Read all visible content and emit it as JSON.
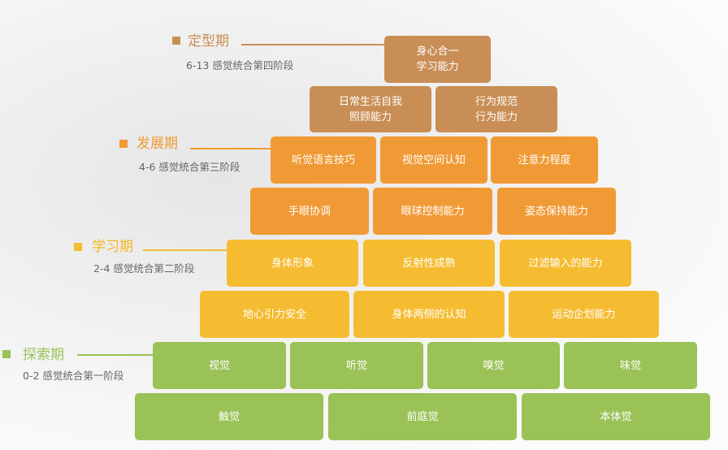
{
  "stages": [
    {
      "title": "定型期",
      "subtitle": "6-13 感觉统合第四阶段",
      "color": "#c98e55"
    },
    {
      "title": "发展期",
      "subtitle": "4-6 感觉统合第三阶段",
      "color": "#f09a36"
    },
    {
      "title": "学习期",
      "subtitle": "2-4 感觉统合第二阶段",
      "color": "#f5bc32"
    },
    {
      "title": "探索期",
      "subtitle": "0-2 感觉统合第一阶段",
      "color": "#9ac257"
    }
  ],
  "rows": [
    [
      "身心合一\n学习能力"
    ],
    [
      "日常生活自我\n照顾能力",
      "行为规范\n行为能力"
    ],
    [
      "听觉语言技巧",
      "视觉空间认知",
      "注意力程度"
    ],
    [
      "手眼协调",
      "眼球控制能力",
      "姿态保持能力"
    ],
    [
      "身体形象",
      "反射性成熟",
      "过滤输入的能力"
    ],
    [
      "地心引力安全",
      "身体两侧的认知",
      "运动企划能力"
    ],
    [
      "视觉",
      "听觉",
      "嗅觉",
      "味觉"
    ],
    [
      "触觉",
      "前庭觉",
      "本体觉"
    ]
  ]
}
